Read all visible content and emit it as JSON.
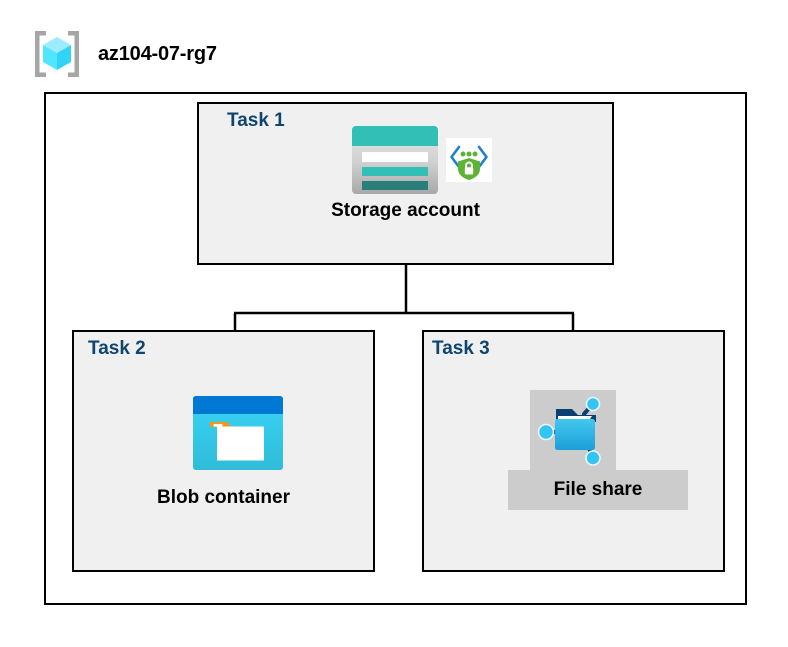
{
  "diagram": {
    "title": "az104-07-rg7",
    "resource_group_icon": "resource-group-cube-icon",
    "container_name": "resource-group-boundary",
    "nodes": [
      {
        "id": "task1",
        "task_label": "Task 1",
        "node_label": "Storage account",
        "icon": "storage-account-icon",
        "secondary_icon": "secure-connection-shield-icon",
        "highlighted": false
      },
      {
        "id": "task2",
        "task_label": "Task 2",
        "node_label": "Blob container",
        "icon": "blob-container-icon",
        "highlighted": false
      },
      {
        "id": "task3",
        "task_label": "Task 3",
        "node_label": "File share",
        "icon": "file-share-icon",
        "highlighted": true
      }
    ],
    "connections": [
      {
        "from": "task1",
        "to": "task2"
      },
      {
        "from": "task1",
        "to": "task3"
      }
    ],
    "colors": {
      "task_label": "#10456f",
      "panel_fill": "#f0f0f0",
      "border": "#000000",
      "page_background": "#ffffff",
      "highlight": "#cccccc",
      "storage_teal": "#32bfb5",
      "storage_teal_dark": "#2a7f7b",
      "blob_blue": "#0078d4",
      "blob_cyan": "#32c5f4",
      "blob_orange": "#f7941e",
      "fileshare_cyan": "#32bfec",
      "shield_green": "#5cb335",
      "cube_cyan": "#50e6ff"
    }
  }
}
